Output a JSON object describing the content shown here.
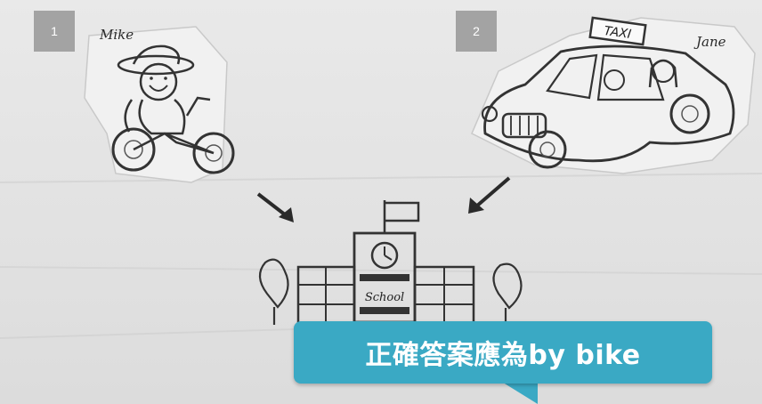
{
  "badges": {
    "first": "1",
    "second": "2"
  },
  "characters": {
    "left_name": "Mike",
    "right_name": "Jane"
  },
  "signs": {
    "taxi": "TAXI",
    "school": "School"
  },
  "callout": {
    "text": "正確答案應為by bike",
    "color": "#3aa9c4"
  },
  "icons": [
    "bicycle-rider-drawing",
    "taxi-drawing",
    "school-building-drawing",
    "arrow-icon"
  ]
}
